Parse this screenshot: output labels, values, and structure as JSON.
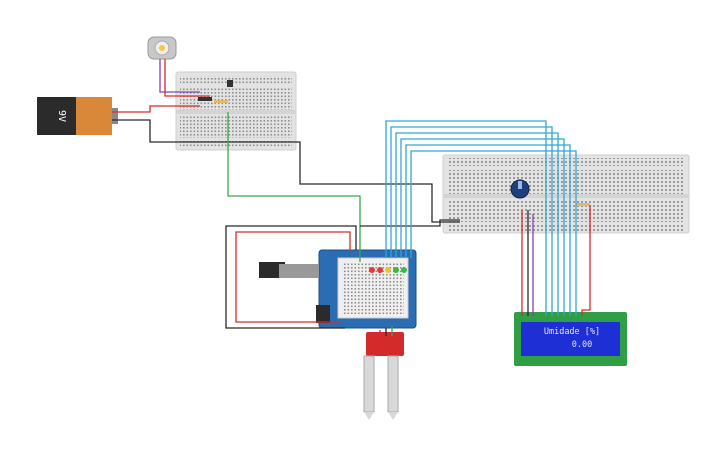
{
  "battery": {
    "label": "9V"
  },
  "lcd": {
    "line1": "Umidade [%]",
    "line2": "0.00"
  },
  "colors": {
    "wire_red": "#d92b2b",
    "wire_black": "#2b2b2b",
    "wire_green": "#3aa84a",
    "wire_blue": "#2fa6d6",
    "wire_purple": "#8a3fb0",
    "breadboard": "#e3e3e3",
    "arduino": "#2a6db3",
    "lcd_bg": "#1f2fd6",
    "lcd_board": "#2f9e44",
    "sensor": "#d42a2a"
  }
}
